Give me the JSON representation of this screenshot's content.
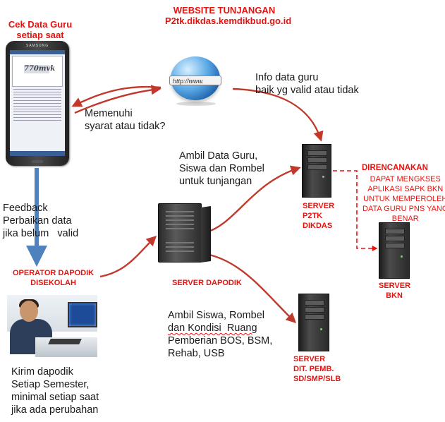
{
  "website": {
    "title_line1": "WEBSITE TUNJANGAN",
    "title_line2": "P2tk.dikdas.kemdikbud.go.id",
    "url_bar": "http://www."
  },
  "phone": {
    "title_line1": "Cek Data Guru",
    "title_line2": "setiap saat",
    "brand": "SAMSUNG",
    "captcha": "770mvk"
  },
  "edges": {
    "web_phone_l1": "Memenuhi",
    "web_phone_l2": "syarat atau tidak?",
    "web_p2tk_l1": "Info data guru",
    "web_p2tk_l2": "baik yg valid atau tidak",
    "dapodik_p2tk_l1": "Ambil Data Guru,",
    "dapodik_p2tk_l2": "Siswa dan Rombel",
    "dapodik_p2tk_l3": "untuk tunjangan",
    "phone_operator_l1": "Feedback",
    "phone_operator_l2": "Perbaikan data",
    "phone_operator_l3": "jika belum   valid",
    "dapodik_dit_l1": "Ambil Siswa, Rombel",
    "dapodik_dit_l2": "dan Kondisi  Ruang",
    "dapodik_dit_l3": "Pemberian BOS, BSM,",
    "dapodik_dit_l4": "Rehab, USB"
  },
  "nodes": {
    "p2tk_l1": "SERVER",
    "p2tk_l2": "P2TK",
    "p2tk_l3": "DIKDAS",
    "bkn_l1": "SERVER",
    "bkn_l2": "BKN",
    "dapodik": "SERVER DAPODIK",
    "dit_l1": "SERVER",
    "dit_l2": "DIT. PEMB.",
    "dit_l3": "SD/SMP/SLB",
    "operator_l1": "OPERATOR DAPODIK",
    "operator_l2": "DISEKOLAH"
  },
  "plan": {
    "title": "DIRENCANAKAN",
    "l1": "DAPAT MENGKSES",
    "l2": "APLIKASI SAPK BKN",
    "l3": "UNTUK MEMPEROLEH",
    "l4": "DATA GURU PNS YANG",
    "l5": "BENAR"
  },
  "operator_note": {
    "l1": "Kirim dapodik",
    "l2": "Setiap Semester,",
    "l3": "minimal setiap saat",
    "l4": "jika ada perubahan"
  },
  "colors": {
    "arrow_red": "#c0392b",
    "arrow_blue": "#4f81bd",
    "label_red": "#e8120f"
  }
}
